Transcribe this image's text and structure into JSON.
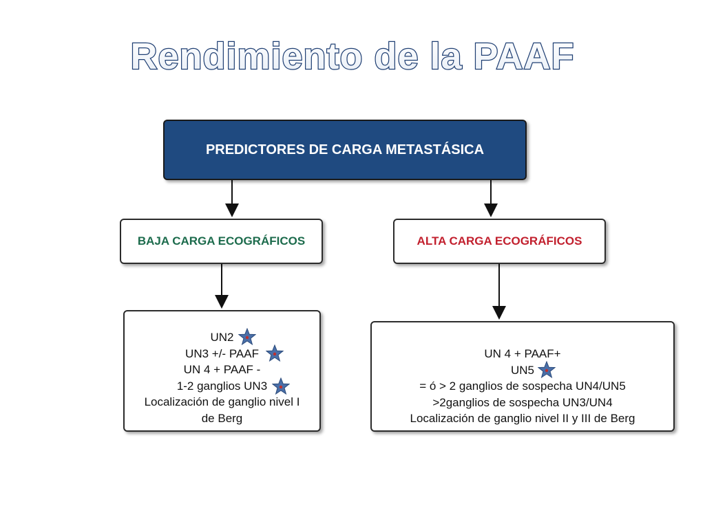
{
  "title": "Rendimiento de la PAAF",
  "root": {
    "label": "PREDICTORES DE CARGA METASTÁSICA",
    "fill": "#1f4a80"
  },
  "branches": {
    "low": {
      "heading": "BAJA CARGA ECOGRÁFICOS",
      "color": "#1c6b4c",
      "items": [
        "UN2",
        "UN3 +/- PAAF",
        "UN 4 + PAAF -",
        "1-2 ganglios UN3",
        "Localización de ganglio nivel I",
        "de Berg"
      ]
    },
    "high": {
      "heading": "ALTA CARGA ECOGRÁFICOS",
      "color": "#c2202e",
      "items": [
        "UN 4 + PAAF+",
        "UN5",
        "= ó > 2 ganglios de sospecha UN4/UN5",
        ">2ganglios de sospecha UN3/UN4",
        "Localización de ganglio nivel II y III de Berg"
      ]
    }
  },
  "marker": {
    "icon": "star-icon",
    "color": "#4a6fa8"
  }
}
